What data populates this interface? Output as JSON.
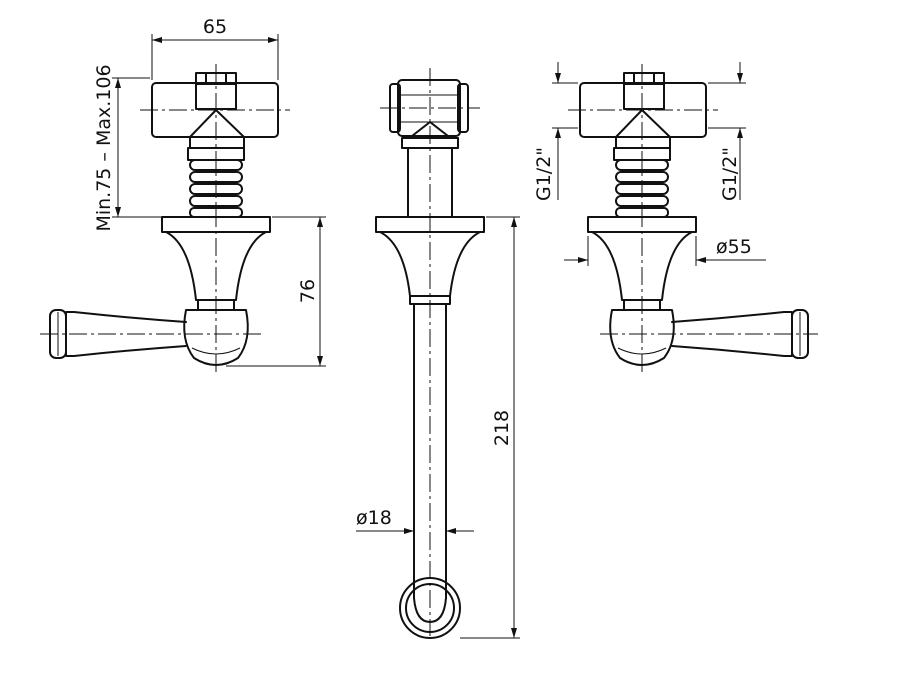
{
  "dimensions": {
    "width_top": "65",
    "wall_range": "Min.75 – Max.106",
    "height_handle": "76",
    "spout_length": "218",
    "spout_diameter": "ø18",
    "thread_left": "G1/2\"",
    "thread_right": "G1/2\"",
    "rosette_diameter": "ø55"
  }
}
